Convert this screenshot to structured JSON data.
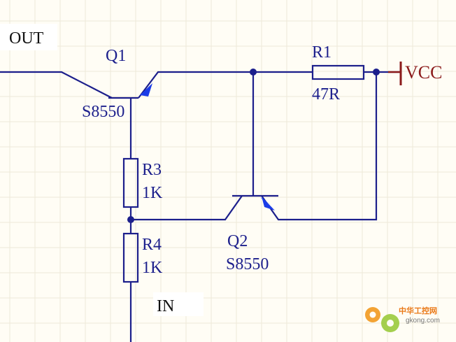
{
  "colors": {
    "background": "#fffdf5",
    "grid": "#eee9d9",
    "wire": "#1c1f8c",
    "arrow": "#1a3ce8",
    "vcc": "#8b1a1a",
    "watermark": "#e86b00"
  },
  "labels": {
    "out": "OUT",
    "in": "IN",
    "vcc": "VCC"
  },
  "components": {
    "q1": {
      "ref": "Q1",
      "part": "S8550"
    },
    "q2": {
      "ref": "Q2",
      "part": "S8550"
    },
    "r1": {
      "ref": "R1",
      "value": "47R"
    },
    "r3": {
      "ref": "R3",
      "value": "1K"
    },
    "r4": {
      "ref": "R4",
      "value": "1K"
    }
  },
  "watermark": {
    "title": "中华工控网",
    "url": "gkong.com",
    "icon": "gear-icon"
  }
}
